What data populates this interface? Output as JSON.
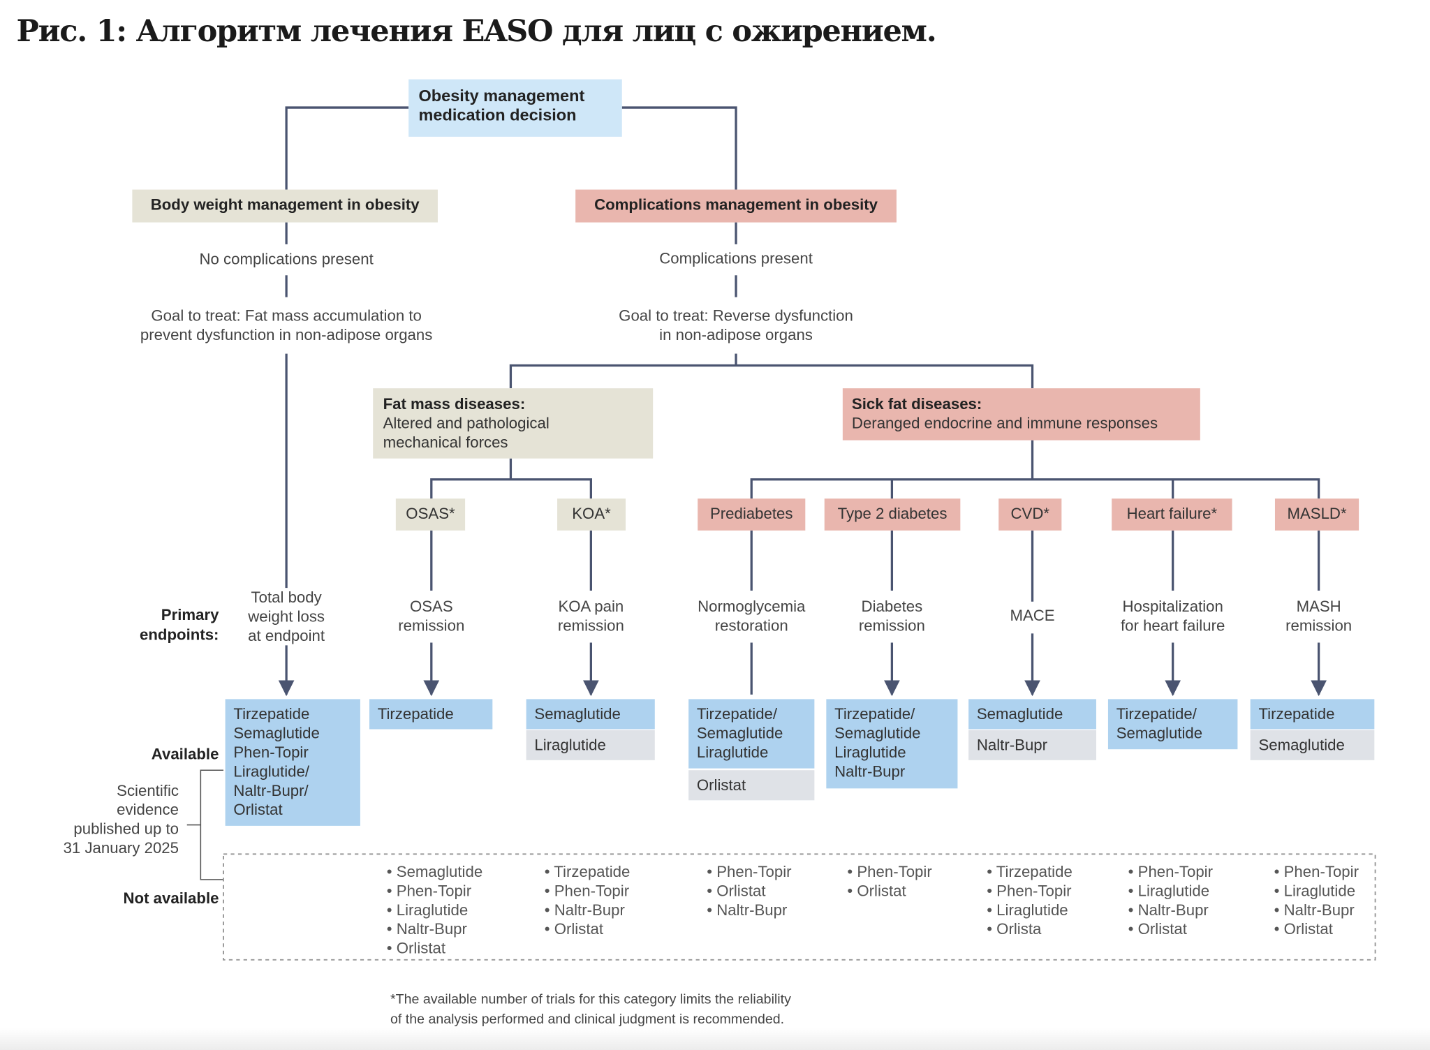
{
  "title": "Рис. 1: Алгоритм лечения EASO для лиц с ожирением.",
  "root": {
    "line1": "Obesity management",
    "line2": "medication decision"
  },
  "branches": {
    "body_weight": {
      "label": "Body weight management in obesity",
      "condition": "No complications present",
      "goal1": "Goal to treat: Fat mass accumulation to",
      "goal2": "prevent dysfunction in non-adipose organs"
    },
    "complications": {
      "label": "Complications management in obesity",
      "condition": "Complications present",
      "goal1": "Goal to treat: Reverse dysfunction",
      "goal2": "in non-adipose organs"
    }
  },
  "disease_groups": {
    "fat_mass": {
      "heading": "Fat mass diseases:",
      "line1": "Altered and pathological",
      "line2": "mechanical forces"
    },
    "sick_fat": {
      "heading": "Sick fat diseases:",
      "line1": "Deranged endocrine and immune responses"
    }
  },
  "row_labels": {
    "primary1": "Primary",
    "primary2": "endpoints:",
    "available": "Available",
    "not_available": "Not available",
    "evidence": [
      "Scientific",
      "evidence",
      "published up to",
      "31 January 2025"
    ]
  },
  "body_weight_column": {
    "endpoint": [
      "Total body",
      "weight loss",
      "at endpoint"
    ],
    "available": [
      "Tirzepatide",
      "Semaglutide",
      "Phen-Topir",
      "Liraglutide/",
      "Naltr-Bupr/",
      "Orlistat"
    ]
  },
  "conditions": [
    {
      "name": "OSAS*",
      "endpoint": [
        "OSAS",
        "remission"
      ],
      "available_primary": [
        "Tirzepatide"
      ],
      "available_secondary": [],
      "not_available": [
        "Semaglutide",
        "Phen-Topir",
        "Liraglutide",
        "Naltr-Bupr",
        "Orlistat"
      ]
    },
    {
      "name": "KOA*",
      "endpoint": [
        "KOA pain",
        "remission"
      ],
      "available_primary": [
        "Semaglutide"
      ],
      "available_secondary": [
        "Liraglutide"
      ],
      "not_available": [
        "Tirzepatide",
        "Phen-Topir",
        "Naltr-Bupr",
        "Orlistat"
      ]
    },
    {
      "name": "Prediabetes",
      "endpoint": [
        "Normoglycemia",
        "restoration"
      ],
      "available_primary": [
        "Tirzepatide/",
        "Semaglutide",
        "Liraglutide"
      ],
      "available_secondary": [
        "Orlistat"
      ],
      "not_available": [
        "Phen-Topir",
        "Orlistat",
        "Naltr-Bupr"
      ]
    },
    {
      "name": "Type 2 diabetes",
      "endpoint": [
        "Diabetes",
        "remission"
      ],
      "available_primary": [
        "Tirzepatide/",
        "Semaglutide",
        "Liraglutide",
        "Naltr-Bupr"
      ],
      "available_secondary": [],
      "not_available": [
        "Phen-Topir",
        "Orlistat"
      ]
    },
    {
      "name": "CVD*",
      "endpoint": [
        "MACE"
      ],
      "available_primary": [
        "Semaglutide"
      ],
      "available_secondary": [
        "Naltr-Bupr"
      ],
      "not_available": [
        "Tirzepatide",
        "Phen-Topir",
        "Liraglutide",
        "Orlista"
      ]
    },
    {
      "name": "Heart failure*",
      "endpoint": [
        "Hospitalization",
        "for heart failure"
      ],
      "available_primary": [
        "Tirzepatide/",
        "Semaglutide"
      ],
      "available_secondary": [],
      "not_available": [
        "Phen-Topir",
        "Liraglutide",
        "Naltr-Bupr",
        "Orlistat"
      ]
    },
    {
      "name": "MASLD*",
      "endpoint": [
        "MASH",
        "remission"
      ],
      "available_primary": [
        "Tirzepatide"
      ],
      "available_secondary": [
        "Semaglutide"
      ],
      "not_available": [
        "Phen-Topir",
        "Liraglutide",
        "Naltr-Bupr",
        "Orlistat"
      ]
    }
  ],
  "footnote": {
    "line1": "*The available number of trials for this category limits the reliability",
    "line2": "of the analysis performed and clinical judgment is recommended."
  },
  "colors": {
    "line": "#4a5470",
    "root": "#cfe7f8",
    "beige": "#e5e3d6",
    "pink": "#e9b6ae",
    "available": "#aed2ef",
    "available_secondary": "#dfe2e7"
  }
}
